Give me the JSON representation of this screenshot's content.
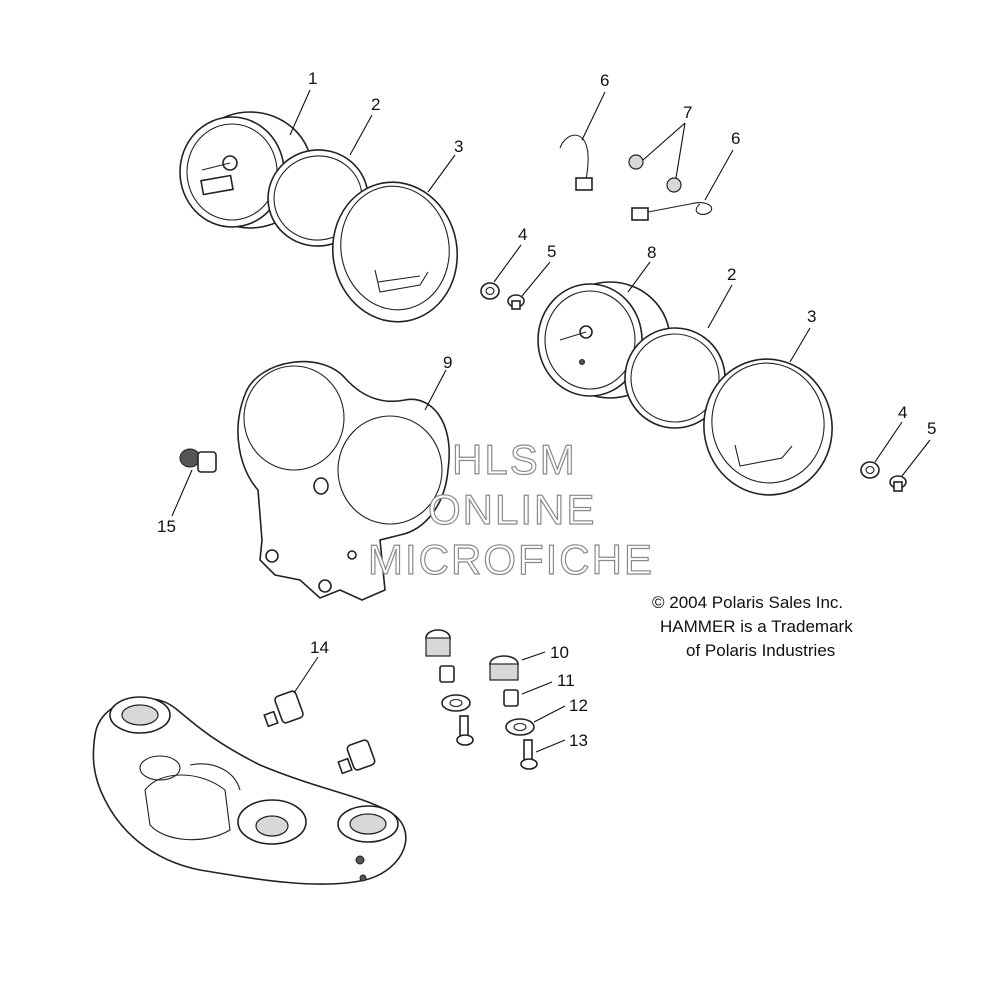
{
  "callouts": [
    "1",
    "2",
    "3",
    "4",
    "5",
    "6",
    "7",
    "6",
    "8",
    "2",
    "3",
    "4",
    "5",
    "9",
    "15",
    "14",
    "10",
    "11",
    "12",
    "13"
  ],
  "watermark": {
    "line1": "HLSM",
    "line2": "ONLINE",
    "line3": "MICROFICHE"
  },
  "copyright": {
    "line1": "© 2004 Polaris Sales Inc.",
    "line2": "HAMMER is a Trademark",
    "line3": "of Polaris Industries"
  }
}
